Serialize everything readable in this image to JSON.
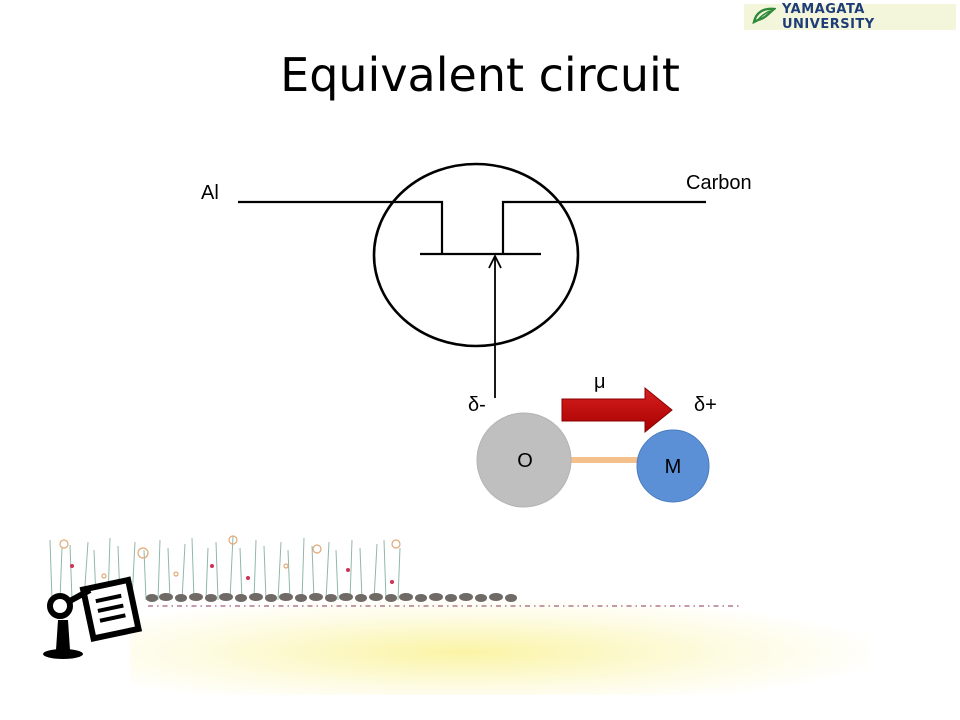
{
  "header": {
    "logo_text": "YAMAGATA UNIVERSITY",
    "logo_icon": "leaf-icon"
  },
  "slide": {
    "title": "Equivalent circuit"
  },
  "diagram": {
    "left_label": "Al",
    "right_label": "Carbon",
    "dipole_label": "μ",
    "negative_label": "δ-",
    "positive_label": "δ+",
    "atom_o": "O",
    "atom_m": "M"
  },
  "colors": {
    "arrow_red": "#c00000",
    "atom_o_fill": "#bfbfbf",
    "atom_m_fill": "#5b8fd6",
    "bond": "#f4c08c",
    "logo_text": "#1e3c78",
    "logo_leaf": "#2e8b3a"
  },
  "decoration": {
    "footer_icon": "presenter-lectern-icon"
  }
}
